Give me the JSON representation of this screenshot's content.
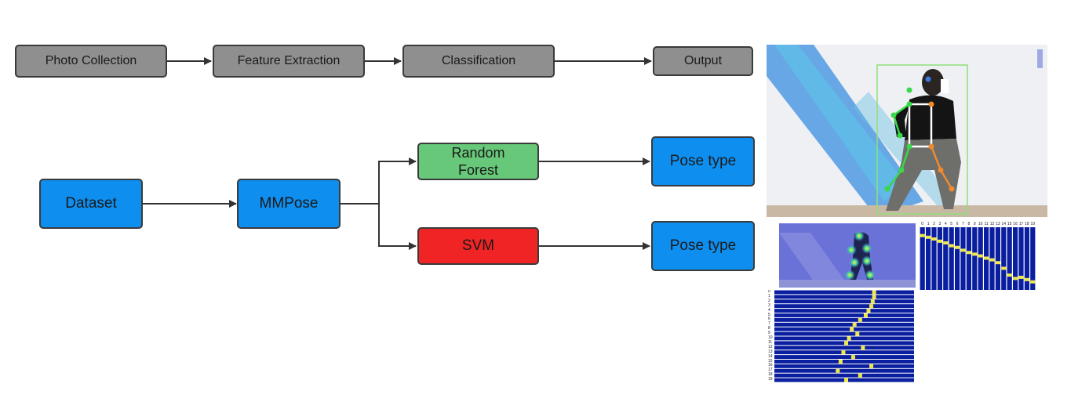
{
  "pipeline_top": {
    "steps": [
      "Photo Collection",
      "Feature Extraction",
      "Classification",
      "Output"
    ]
  },
  "pipeline_main": {
    "dataset": "Dataset",
    "mmpose": "MMPose",
    "random_forest": "Random\nForest",
    "svm": "SVM",
    "output_top": "Pose type",
    "output_bottom": "Pose type"
  },
  "heatmap_x": {
    "labels": [
      "0",
      "1",
      "2",
      "3",
      "4",
      "5",
      "6",
      "7",
      "8",
      "9",
      "10",
      "11",
      "12",
      "13",
      "14",
      "15",
      "16",
      "17",
      "18",
      "19"
    ]
  },
  "heatmap_y": {
    "labels": [
      "0",
      "1",
      "2",
      "3",
      "4",
      "5",
      "6",
      "7",
      "8",
      "9",
      "10",
      "11",
      "12",
      "13",
      "14",
      "15",
      "16",
      "17",
      "18",
      "19"
    ]
  },
  "colors": {
    "gray": "#8f8f8f",
    "blue": "#0e8ff0",
    "green": "#66c878",
    "red": "#f02424"
  }
}
